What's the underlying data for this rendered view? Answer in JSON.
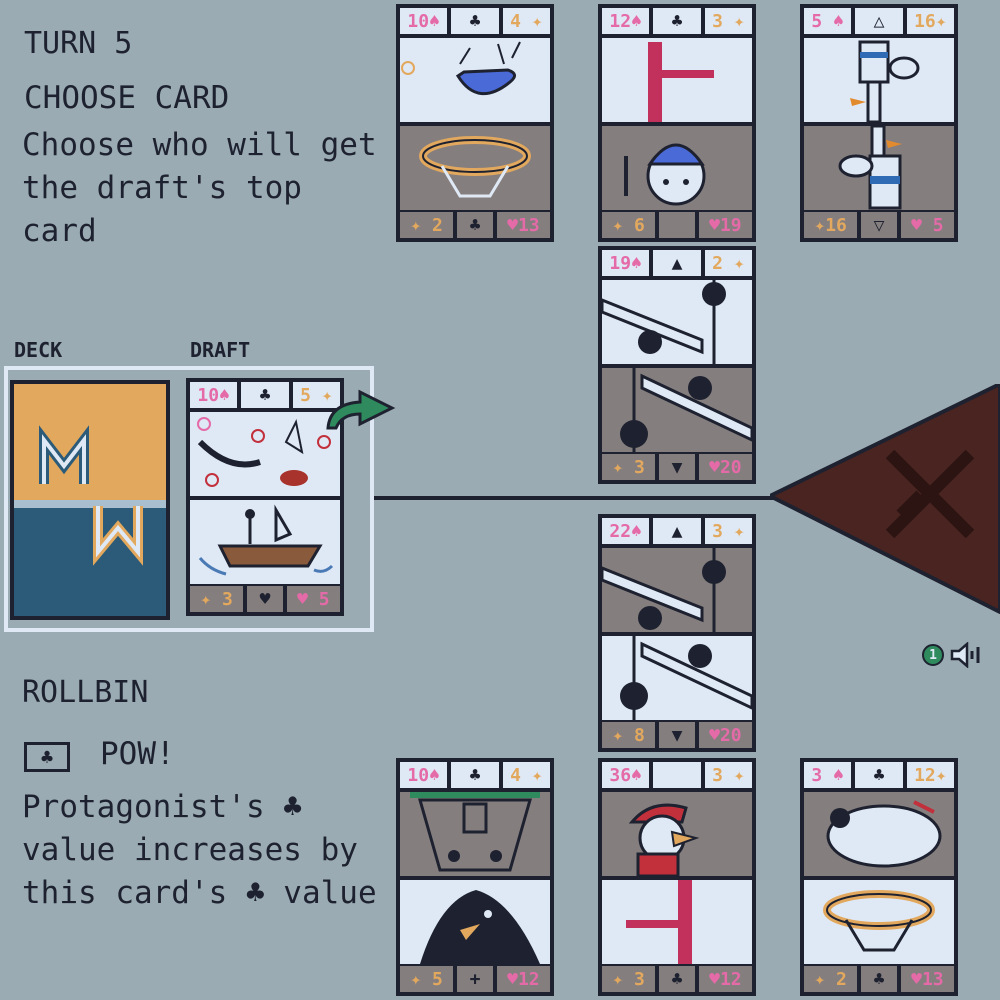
{
  "hud": {
    "turn": "TURN 5",
    "phase": "CHOOSE CARD",
    "instruction": "Choose who will get the draft's top card",
    "deck_label": "DECK",
    "draft_label": "DRAFT"
  },
  "selected_card": {
    "name": "ROLLBIN",
    "ability_icon": "club-icon",
    "ability_title": "POW!",
    "ability_text": "Protagonist's ♣ value increases by this card's ♣ value"
  },
  "sound": {
    "badge": "1",
    "icon": "speaker-icon"
  },
  "colors": {
    "bg": "#9aabb3",
    "ink": "#1e2230",
    "paper": "#dfe9f5",
    "stone": "#857e7e",
    "orange": "#e2a85e",
    "pink": "#e46aa8",
    "deck_top": "#e2a85e",
    "deck_bottom": "#2b5b78",
    "boss": "#4a2420",
    "arrow": "#2f8a5e"
  },
  "cards": {
    "draft": {
      "top_left": "10♠",
      "top_icon": "♣",
      "top_right": "5 ✦",
      "atk": "✦ 3",
      "mid": "♥",
      "hp": "♥ 5"
    },
    "top1": {
      "top_left": "10♠",
      "top_icon": "♣",
      "top_right": "4 ✦",
      "atk": "✦ 2",
      "mid": "♣",
      "hp": "♥13"
    },
    "top2": {
      "top_left": "12♠",
      "top_icon": "♣",
      "top_right": "3 ✦",
      "atk": "✦ 6",
      "mid": "",
      "hp": "♥19"
    },
    "top3": {
      "top_left": "5 ♠",
      "top_icon": "△",
      "top_right": "16✦",
      "atk": "✦16",
      "mid": "▽",
      "hp": "♥ 5"
    },
    "mid_upper": {
      "top_left": "19♠",
      "top_icon": "▲",
      "top_right": "2 ✦",
      "atk": "✦ 3",
      "mid": "▼",
      "hp": "♥20"
    },
    "mid_lower": {
      "top_left": "22♠",
      "top_icon": "▲",
      "top_right": "3 ✦",
      "atk": "✦ 8",
      "mid": "▼",
      "hp": "♥20"
    },
    "bot1": {
      "top_left": "10♠",
      "top_icon": "♣",
      "top_right": "4 ✦",
      "atk": "✦ 5",
      "mid": "+",
      "hp": "♥12"
    },
    "bot2": {
      "top_left": "36♠",
      "top_icon": "",
      "top_right": "3 ✦",
      "atk": "✦ 3",
      "mid": "♣",
      "hp": "♥12"
    },
    "bot3": {
      "top_left": "3 ♠",
      "top_icon": "♣",
      "top_right": "12✦",
      "atk": "✦ 2",
      "mid": "♣",
      "hp": "♥13"
    }
  }
}
